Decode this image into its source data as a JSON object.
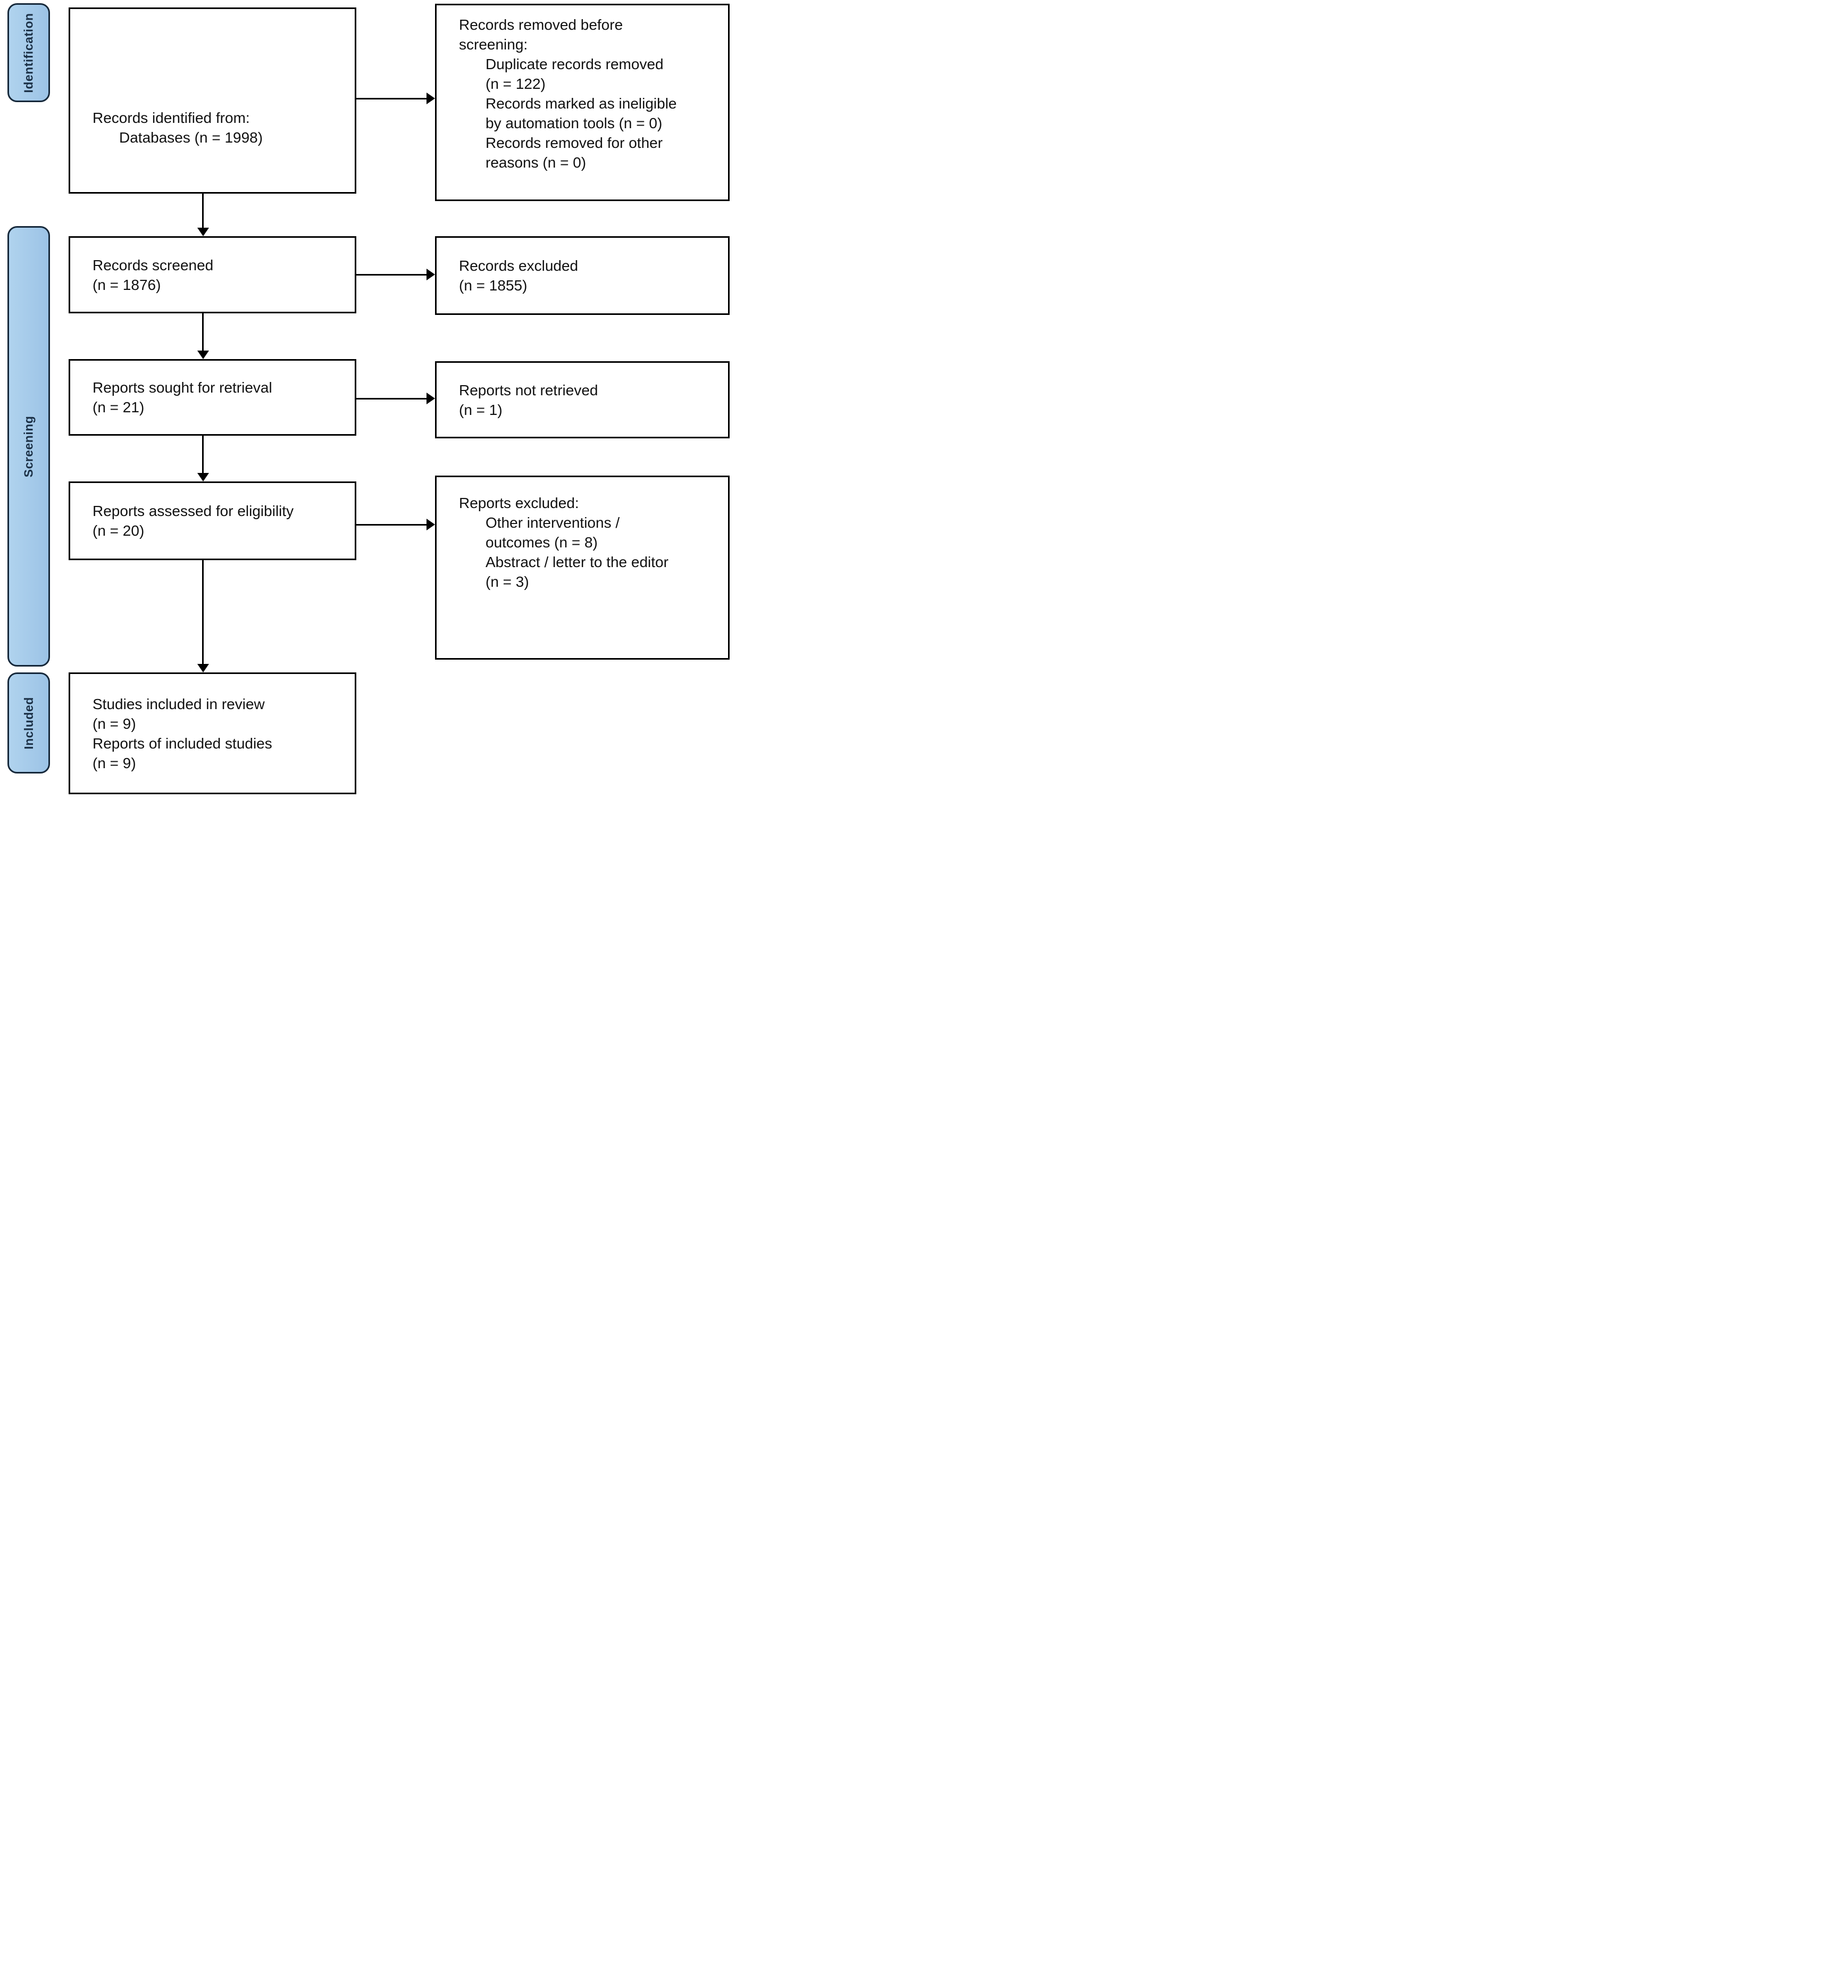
{
  "sidebar": {
    "phases": [
      {
        "label": "Identification"
      },
      {
        "label": "Screening"
      },
      {
        "label": "Included"
      }
    ]
  },
  "boxes": {
    "identified": {
      "lines": [
        "Records identified from:",
        "Databases (n = 1998)"
      ]
    },
    "removed_before_screening": {
      "lines": [
        "Records removed before",
        "screening:",
        "Duplicate records removed",
        "(n = 122)",
        "Records marked as ineligible",
        "by automation tools (n = 0)",
        "Records removed for other",
        "reasons (n = 0)"
      ]
    },
    "screened": {
      "lines": [
        "Records screened",
        "(n = 1876)"
      ]
    },
    "records_excluded": {
      "lines": [
        "Records excluded",
        "(n = 1855)"
      ]
    },
    "sought_for_retrieval": {
      "lines": [
        "Reports sought for retrieval",
        "(n = 21)"
      ]
    },
    "not_retrieved": {
      "lines": [
        "Reports not retrieved",
        "(n = 1)"
      ]
    },
    "assessed_for_eligibility": {
      "lines": [
        "Reports assessed for eligibility",
        "(n = 20)"
      ]
    },
    "reports_excluded": {
      "lines": [
        "Reports excluded:",
        "Other interventions /",
        "outcomes (n = 8)",
        "Abstract / letter to the editor",
        "(n = 3)"
      ]
    },
    "included_in_review": {
      "lines": [
        "Studies included in review",
        "(n = 9)",
        "Reports of included studies",
        "(n = 9)"
      ]
    }
  },
  "counts": {
    "identified_databases": 1998,
    "duplicates_removed": 122,
    "automation_ineligible": 0,
    "other_reasons_removed": 0,
    "screened": 1876,
    "records_excluded": 1855,
    "sought_for_retrieval": 21,
    "not_retrieved": 1,
    "assessed_for_eligibility": 20,
    "excluded_other_interventions_outcomes": 8,
    "excluded_abstract_letter": 3,
    "studies_included": 9,
    "reports_of_included_studies": 9
  },
  "colors": {
    "phase_fill": "#9cc3e6",
    "phase_fill_light": "#b0d3ee",
    "phase_border": "#16283a",
    "phase_text": "#1c3147",
    "box_border": "#000000",
    "box_text": "#111111",
    "arrow": "#000000",
    "background": "#ffffff"
  }
}
